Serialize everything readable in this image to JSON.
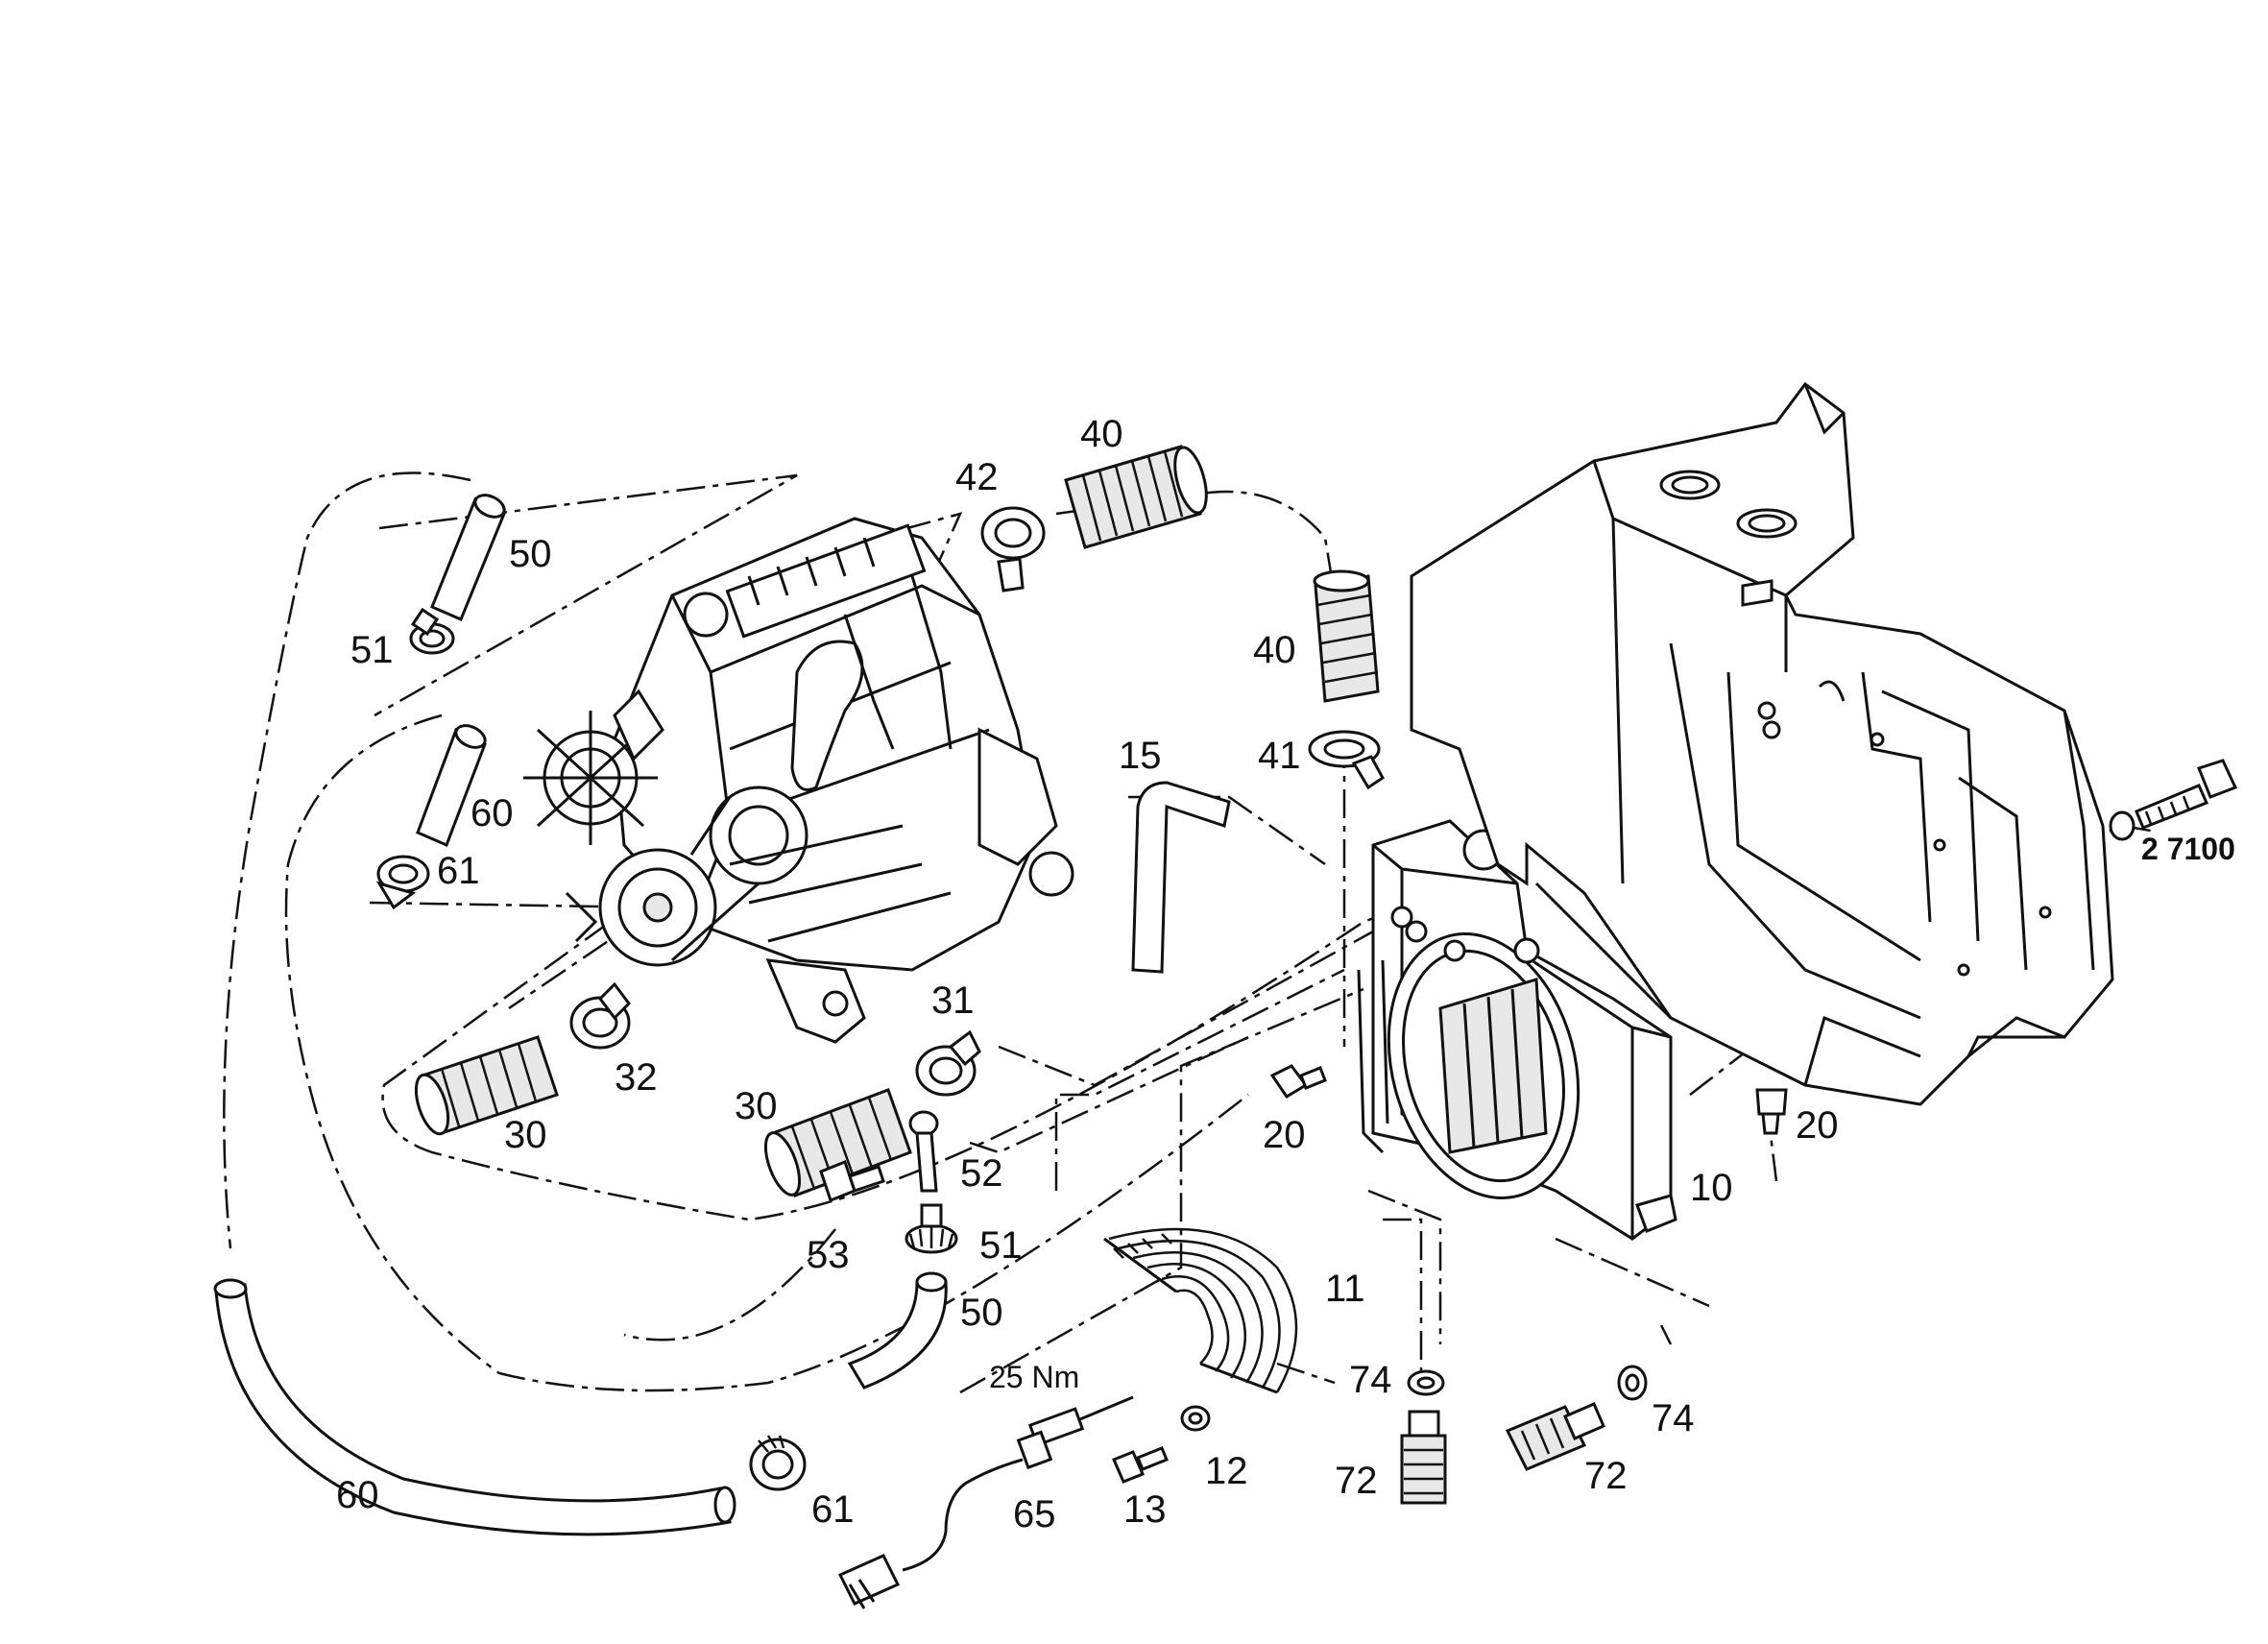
{
  "callouts": {
    "c10": "10",
    "c11": "11",
    "c12": "12",
    "c13": "13",
    "c15": "15",
    "c20a": "20",
    "c20b": "20",
    "c30a": "30",
    "c30b": "30",
    "c31": "31",
    "c32": "32",
    "c40a": "40",
    "c40b": "40",
    "c41": "41",
    "c42": "42",
    "c50a": "50",
    "c50b": "50",
    "c51a": "51",
    "c51b": "51",
    "c52": "52",
    "c53": "53",
    "c60a": "60",
    "c60b": "60",
    "c61a": "61",
    "c61b": "61",
    "c65": "65",
    "c72a": "72",
    "c72b": "72",
    "c74a": "74",
    "c74b": "74",
    "torque": "25 Nm",
    "ref": "2 7100"
  }
}
